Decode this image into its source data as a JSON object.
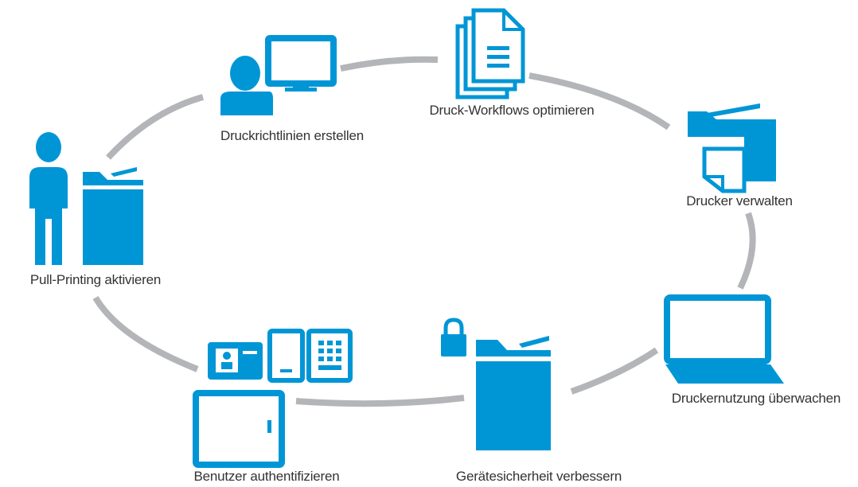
{
  "colors": {
    "accent": "#0096D6",
    "connector": "#B3B5B8",
    "text": "#333333",
    "background": "#FFFFFF"
  },
  "steps": [
    {
      "label": "Druckrichtlinien erstellen",
      "icon": "user-with-monitor-icon"
    },
    {
      "label": "Druck-Workflows optimieren",
      "icon": "stacked-documents-icon"
    },
    {
      "label": "Drucker verwalten",
      "icon": "printer-with-page-icon"
    },
    {
      "label": "Druckernutzung überwachen",
      "icon": "laptop-icon"
    },
    {
      "label": "Gerätesicherheit verbessern",
      "icon": "locked-printer-icon"
    },
    {
      "label": "Benutzer authentifizieren",
      "icon": "auth-methods-icon"
    },
    {
      "label": "Pull-Printing aktivieren",
      "icon": "person-at-printer-icon"
    }
  ]
}
